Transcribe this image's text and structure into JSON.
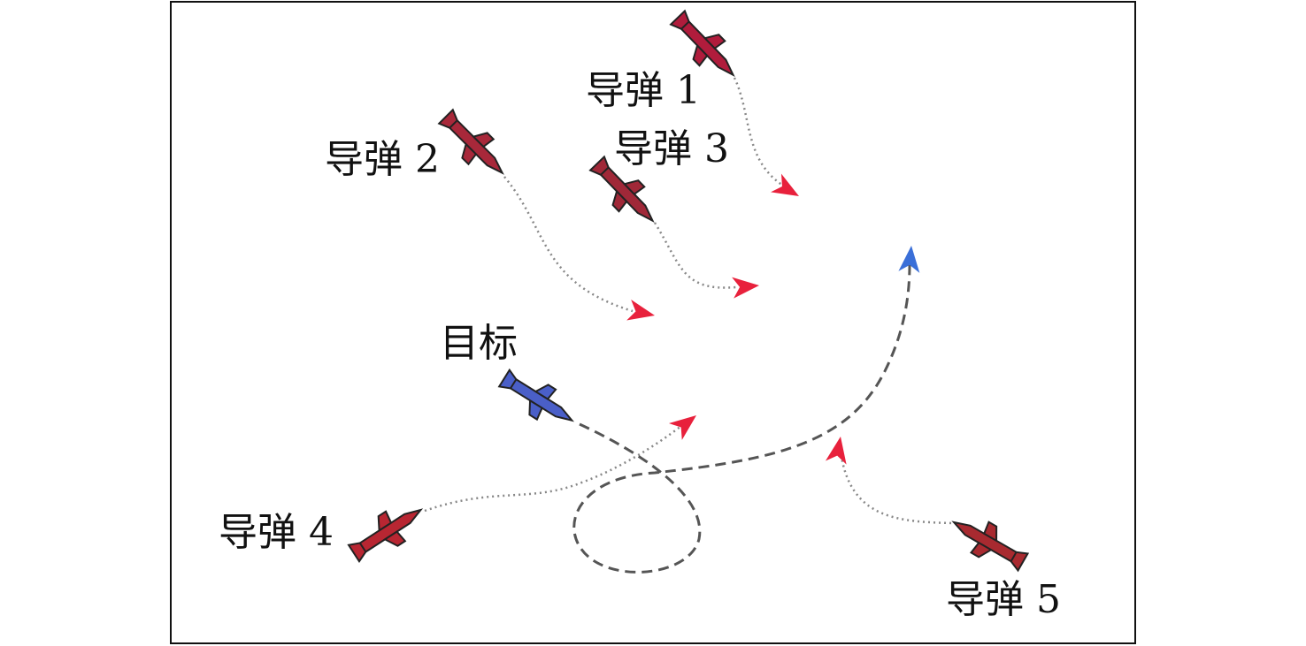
{
  "labels": {
    "missile1": "导弹 1",
    "missile2": "导弹 2",
    "missile3": "导弹 3",
    "missile4": "导弹 4",
    "missile5": "导弹 5",
    "target": "目标"
  },
  "colors": {
    "missile": "#b01c3c",
    "missile_arrow": "#e8213c",
    "target": "#4a5fc8",
    "target_arrow": "#3a6fd8",
    "target_path": "#555555",
    "missile_path": "#888888"
  }
}
